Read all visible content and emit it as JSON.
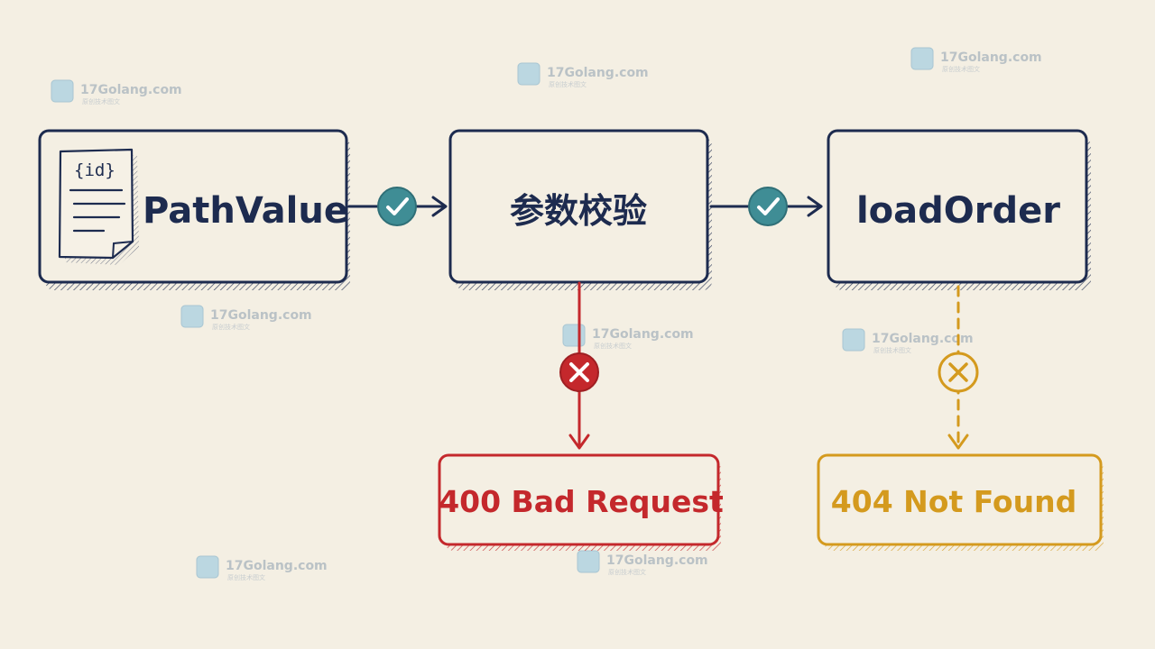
{
  "diagram": {
    "nodes": {
      "pathvalue": {
        "label": "PathValue",
        "doc_label": "{id}"
      },
      "validate": {
        "label": "参数校验"
      },
      "loadorder": {
        "label": "loadOrder"
      },
      "bad_request": {
        "label": "400 Bad Request"
      },
      "not_found": {
        "label": "404 Not Found"
      }
    }
  },
  "watermark": {
    "text": "17Golang.com",
    "subtext": "原创技术图文"
  },
  "colors": {
    "background": "#f4efe3",
    "ink": "#1d2b4f",
    "success": "#3f8d95",
    "error": "#c4282c",
    "warning": "#d49a1e",
    "watermark": "#8fb7cc"
  },
  "icons": {
    "document": "document-icon",
    "check": "check-circle-icon",
    "error": "x-circle-icon",
    "warning": "x-circle-outline-icon",
    "watermark_logo": "watermark-logo-icon"
  }
}
